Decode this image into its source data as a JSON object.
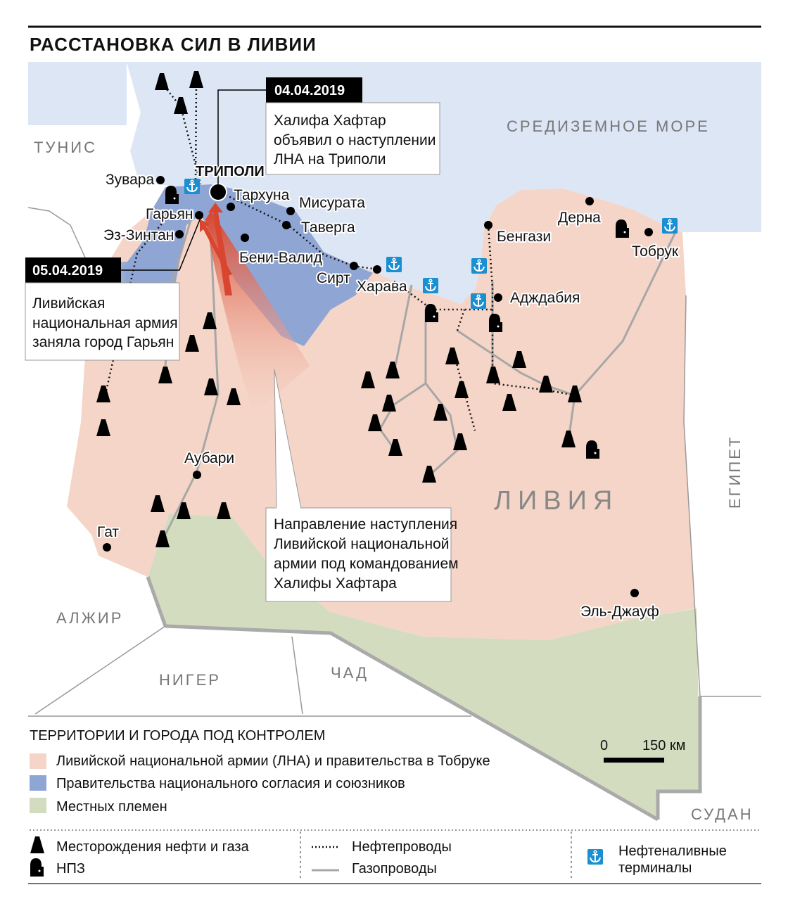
{
  "title": "РАССТАНОВКА СИЛ В ЛИВИИ",
  "labels": {
    "sea": "СРЕДИЗЕМНОЕ МОРЕ",
    "tunisia": "ТУНИС",
    "algeria": "АЛЖИР",
    "niger": "НИГЕР",
    "chad": "ЧАД",
    "sudan": "СУДАН",
    "egypt": "ЕГИПЕТ",
    "libya": "ЛИВИЯ"
  },
  "capital": "ТРИПОЛИ",
  "cities": [
    "Зувара",
    "Гарьян",
    "Эз-Зинтан",
    "Тархуна",
    "Мисурата",
    "Таверга",
    "Бени-Валид",
    "Сирт",
    "Харава",
    "Бенгази",
    "Дерна",
    "Тобрук",
    "Адждабия",
    "Аубари",
    "Гат",
    "Эль-Джауф"
  ],
  "callouts": [
    {
      "date": "04.04.2019",
      "lines": [
        "Халифа Хафтар",
        "объявил о наступлении",
        "ЛНА на Триполи"
      ]
    },
    {
      "date": "05.04.2019",
      "lines": [
        "Ливийская",
        "национальная армия",
        "заняла город Гарьян"
      ]
    },
    {
      "lines": [
        "Направление наступления",
        "Ливийской национальной",
        "армии под командованием",
        "Халифы Хафтара"
      ]
    }
  ],
  "scale": {
    "zero": "0",
    "value": "150 км"
  },
  "legend": {
    "heading": "ТЕРРИТОРИИ И ГОРОДА ПОД КОНТРОЛЕМ",
    "territories": [
      {
        "label": "Ливийской национальной армии (ЛНА) и правительства в Тобруке",
        "color": "#f5d5c7"
      },
      {
        "label": "Правительства национального согласия и союзников",
        "color": "#8fa5d4"
      },
      {
        "label": "Местных племен",
        "color": "#d3dcbf"
      }
    ],
    "oil_fields": "Месторождения нефти и газа",
    "refinery": "НПЗ",
    "oil_pipelines": "Нефтепроводы",
    "gas_pipelines": "Газопроводы",
    "terminals_1": "Нефтеналивные",
    "terminals_2": "терминалы"
  },
  "colors": {
    "sea": "#dde6f5",
    "lna": "#f5d5c7",
    "gna": "#8fa5d4",
    "tribes": "#d3dcbf",
    "arrow": "#d9452e",
    "terminal": "#1a8fd1"
  }
}
